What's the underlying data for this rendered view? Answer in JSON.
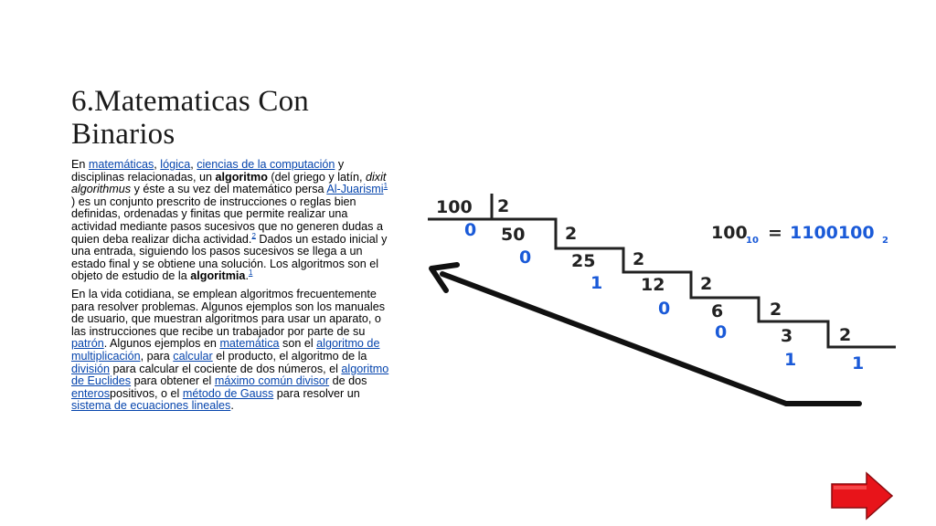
{
  "slide": {
    "title": "6.Matematicas Con Binarios",
    "title_line1": "6.Matematicas Con",
    "title_line2": "Binarios"
  },
  "paragraph1": {
    "t0": "En ",
    "l_matematicas": "matemáticas",
    "t1": ", ",
    "l_logica": "lógica",
    "t2": ", ",
    "l_ciencias": "ciencias de la computación",
    "t3": " y disciplinas relacionadas, un ",
    "b_algoritmo": "algoritmo",
    "t4": " (del griego y latín, ",
    "i_dixit": "dixit algorithmus",
    "t5": " y éste a su vez del matemático persa ",
    "l_aljuarismi": "Al-Juarismi",
    "sup1": "1",
    "t6": " ) es un conjunto prescrito de instrucciones o reglas bien definidas, ordenadas y finitas que permite realizar una actividad mediante pasos sucesivos que no generen dudas a quien deba realizar dicha actividad.",
    "sup2": "2",
    "t7": " Dados un estado inicial y una entrada, siguiendo los pasos sucesivos se llega a un estado final y se obtiene una solución. Los algoritmos son el objeto de estudio de la ",
    "b_algoritmia": "algoritmia",
    "t8": ".",
    "sup3": "1"
  },
  "paragraph2": {
    "t0": "En la vida cotidiana, se emplean algoritmos frecuentemente para resolver problemas. Algunos ejemplos son los manuales de usuario, que muestran algoritmos para usar un aparato, o las instrucciones que recibe un trabajador por parte de su ",
    "l_patron": "patrón",
    "t1": ". Algunos ejemplos en ",
    "l_matematica": "matemática",
    "t2": " son el ",
    "l_multiplicacion": "algoritmo de multiplicación",
    "t3": ", para ",
    "l_calcular": "calcular",
    "t4": " el producto, el algoritmo de la ",
    "l_division": "división",
    "t5": " para calcular el cociente de dos números, el ",
    "l_euclides": "algoritmo de Euclides",
    "t6": " para obtener el ",
    "l_mcd": "máximo común divisor",
    "t7": " de dos ",
    "l_enteros": "enteros",
    "t8": "positivos, o el ",
    "l_gauss": "método de Gauss",
    "t9": " para resolver un ",
    "l_sistema": "sistema de ecuaciones lineales",
    "t10": "."
  },
  "diagram": {
    "divisor": "2",
    "dividends": [
      "100",
      "50",
      "25",
      "12",
      "6",
      "3"
    ],
    "remainders": [
      "0",
      "0",
      "1",
      "0",
      "0",
      "1"
    ],
    "final_quotient": "1",
    "equation_lhs": "100",
    "equation_lhs_base": "10",
    "equation_eq": "=",
    "equation_rhs": "1100100",
    "equation_rhs_base": "2",
    "colors": {
      "ink": "#222222",
      "blue": "#1a5ad8"
    }
  },
  "navigation": {
    "next_icon": "red-right-arrow-icon",
    "color": "#e8141a"
  }
}
